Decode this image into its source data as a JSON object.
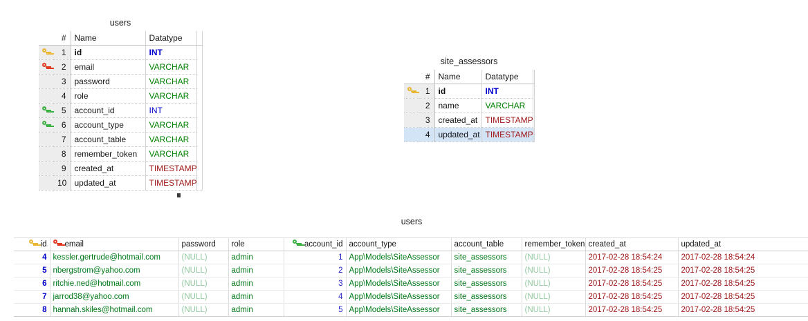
{
  "schema_tables": [
    {
      "name": "users",
      "columns_header": {
        "key": "",
        "num": "#",
        "name": "Name",
        "datatype": "Datatype"
      },
      "rows": [
        {
          "key": "pk-key-icon",
          "key_color": "gold",
          "num": "1",
          "name": "id",
          "datatype": "INT",
          "pk": true,
          "selected": false
        },
        {
          "key": "unique-key-icon",
          "key_color": "red",
          "num": "2",
          "name": "email",
          "datatype": "VARCHAR",
          "pk": false,
          "selected": false
        },
        {
          "key": "",
          "key_color": "",
          "num": "3",
          "name": "password",
          "datatype": "VARCHAR",
          "pk": false,
          "selected": false
        },
        {
          "key": "",
          "key_color": "",
          "num": "4",
          "name": "role",
          "datatype": "VARCHAR",
          "pk": false,
          "selected": false
        },
        {
          "key": "index-key-icon",
          "key_color": "green",
          "num": "5",
          "name": "account_id",
          "datatype": "INT",
          "pk": false,
          "selected": false
        },
        {
          "key": "index-key-icon",
          "key_color": "green",
          "num": "6",
          "name": "account_type",
          "datatype": "VARCHAR",
          "pk": false,
          "selected": false
        },
        {
          "key": "",
          "key_color": "",
          "num": "7",
          "name": "account_table",
          "datatype": "VARCHAR",
          "pk": false,
          "selected": false
        },
        {
          "key": "",
          "key_color": "",
          "num": "8",
          "name": "remember_token",
          "datatype": "VARCHAR",
          "pk": false,
          "selected": false
        },
        {
          "key": "",
          "key_color": "",
          "num": "9",
          "name": "created_at",
          "datatype": "TIMESTAMP",
          "pk": false,
          "selected": false
        },
        {
          "key": "",
          "key_color": "",
          "num": "10",
          "name": "updated_at",
          "datatype": "TIMESTAMP",
          "pk": false,
          "selected": false
        }
      ]
    },
    {
      "name": "site_assessors",
      "columns_header": {
        "key": "",
        "num": "#",
        "name": "Name",
        "datatype": "Datatype"
      },
      "rows": [
        {
          "key": "pk-key-icon",
          "key_color": "gold",
          "num": "1",
          "name": "id",
          "datatype": "INT",
          "pk": true,
          "selected": false
        },
        {
          "key": "",
          "key_color": "",
          "num": "2",
          "name": "name",
          "datatype": "VARCHAR",
          "pk": false,
          "selected": false
        },
        {
          "key": "",
          "key_color": "",
          "num": "3",
          "name": "created_at",
          "datatype": "TIMESTAMP",
          "pk": false,
          "selected": false
        },
        {
          "key": "",
          "key_color": "",
          "num": "4",
          "name": "updated_at",
          "datatype": "TIMESTAMP",
          "pk": false,
          "selected": true
        }
      ]
    }
  ],
  "result_grid": {
    "title": "users",
    "columns": [
      {
        "label": "id",
        "key_icon": "pk-key-icon",
        "key_color": "gold",
        "align": "right"
      },
      {
        "label": "email",
        "key_icon": "unique-key-icon",
        "key_color": "red",
        "align": "left"
      },
      {
        "label": "password",
        "key_icon": "",
        "key_color": "",
        "align": "left"
      },
      {
        "label": "role",
        "key_icon": "",
        "key_color": "",
        "align": "left"
      },
      {
        "label": "account_id",
        "key_icon": "index-key-icon",
        "key_color": "green",
        "align": "right"
      },
      {
        "label": "account_type",
        "key_icon": "",
        "key_color": "",
        "align": "left"
      },
      {
        "label": "account_table",
        "key_icon": "",
        "key_color": "",
        "align": "left"
      },
      {
        "label": "remember_token",
        "key_icon": "",
        "key_color": "",
        "align": "left"
      },
      {
        "label": "created_at",
        "key_icon": "",
        "key_color": "",
        "align": "left"
      },
      {
        "label": "updated_at",
        "key_icon": "",
        "key_color": "",
        "align": "left"
      }
    ],
    "rows": [
      {
        "id": "4",
        "email": "kessler.gertrude@hotmail.com",
        "password": "(NULL)",
        "role": "admin",
        "account_id": "1",
        "account_type": "App\\Models\\SiteAssessor",
        "account_table": "site_assessors",
        "remember_token": "(NULL)",
        "created_at": "2017-02-28 18:54:24",
        "updated_at": "2017-02-28 18:54:24"
      },
      {
        "id": "5",
        "email": "nbergstrom@yahoo.com",
        "password": "(NULL)",
        "role": "admin",
        "account_id": "2",
        "account_type": "App\\Models\\SiteAssessor",
        "account_table": "site_assessors",
        "remember_token": "(NULL)",
        "created_at": "2017-02-28 18:54:25",
        "updated_at": "2017-02-28 18:54:25"
      },
      {
        "id": "6",
        "email": "ritchie.ned@hotmail.com",
        "password": "(NULL)",
        "role": "admin",
        "account_id": "3",
        "account_type": "App\\Models\\SiteAssessor",
        "account_table": "site_assessors",
        "remember_token": "(NULL)",
        "created_at": "2017-02-28 18:54:25",
        "updated_at": "2017-02-28 18:54:25"
      },
      {
        "id": "7",
        "email": "jarrod38@yahoo.com",
        "password": "(NULL)",
        "role": "admin",
        "account_id": "4",
        "account_type": "App\\Models\\SiteAssessor",
        "account_table": "site_assessors",
        "remember_token": "(NULL)",
        "created_at": "2017-02-28 18:54:25",
        "updated_at": "2017-02-28 18:54:25"
      },
      {
        "id": "8",
        "email": "hannah.skiles@hotmail.com",
        "password": "(NULL)",
        "role": "admin",
        "account_id": "5",
        "account_type": "App\\Models\\SiteAssessor",
        "account_table": "site_assessors",
        "remember_token": "(NULL)",
        "created_at": "2017-02-28 18:54:25",
        "updated_at": "2017-02-28 18:54:25"
      }
    ]
  },
  "colors": {
    "type_int": "#0000cc",
    "type_varchar": "#008000",
    "type_timestamp": "#a01818",
    "value_text": "#007a18",
    "value_null": "#93c9a0",
    "value_number": "#2222cc",
    "value_timestamp": "#a01818",
    "row_selected": "#d4e4f7",
    "key_gold": "#e8b733",
    "key_red": "#e03a20",
    "key_green": "#3cb043"
  }
}
